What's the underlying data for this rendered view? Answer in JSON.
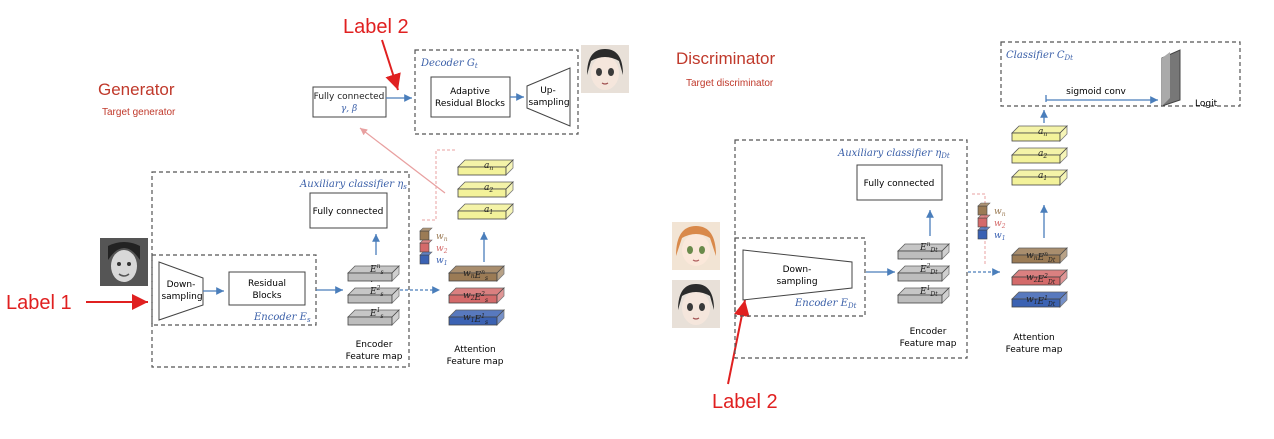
{
  "generator": {
    "title": "Generator",
    "subtitle": "Target generator",
    "label1": "Label 1",
    "label2": "Label 2",
    "decoder_title": "Decoder G",
    "decoder_sub": "t",
    "fc_top_line1": "Fully connected",
    "fc_top_line2": "γ, β",
    "adaptive_line1": "Adaptive",
    "adaptive_line2": "Residual Blocks",
    "upsampling_line1": "Up-",
    "upsampling_line2": "sampling",
    "aux_title": "Auxiliary classifier η",
    "aux_sub": "s",
    "fc_inner": "Fully connected",
    "downsampling_line1": "Down-",
    "downsampling_line2": "sampling",
    "residual_line1": "Residual",
    "residual_line2": "Blocks",
    "encoder_title": "Encoder E",
    "encoder_sub": "s",
    "enc_feat_line1": "Encoder",
    "enc_feat_line2": "Feature map",
    "att_feat_line1": "Attention",
    "att_feat_line2": "Feature map",
    "enc_layers": [
      "E",
      "E",
      "E"
    ],
    "enc_layer_sup": [
      "n",
      "2",
      "1"
    ],
    "enc_layer_sub": [
      "s",
      "s",
      "s"
    ],
    "att_layers": [
      "w",
      "w",
      "w"
    ],
    "att_layer_sub": [
      "n",
      "2",
      "1"
    ],
    "att_layer_E": [
      "E",
      "E",
      "E"
    ],
    "att_layer_E_sup": [
      "n",
      "2",
      "1"
    ],
    "att_layer_E_sub": [
      "s",
      "s",
      "s"
    ],
    "yellow_layers": [
      "a",
      "a",
      "a"
    ],
    "yellow_layer_sub": [
      "n",
      "2",
      "1"
    ],
    "weights": [
      "w",
      "w",
      "w"
    ],
    "weights_sub": [
      "n",
      "2",
      "1"
    ]
  },
  "discriminator": {
    "title": "Discriminator",
    "subtitle": "Target discriminator",
    "label2": "Label 2",
    "classifier_title": "Classifier C",
    "classifier_sub": "Dt",
    "sigmoid": "sigmoid conv",
    "logit": "Logit",
    "aux_title": "Auxiliary classifier η",
    "aux_sub": "Dt",
    "fc_inner": "Fully connected",
    "downsampling_line1": "Down-",
    "downsampling_line2": "sampling",
    "encoder_title": "Encoder E",
    "encoder_sub": "Dt",
    "enc_feat_line1": "Encoder",
    "enc_feat_line2": "Feature map",
    "att_feat_line1": "Attention",
    "att_feat_line2": "Feature map",
    "enc_layers": [
      "E",
      "E",
      "E"
    ],
    "enc_layer_sup": [
      "n",
      "2",
      "1"
    ],
    "enc_layer_sub": [
      "Dt",
      "Dt",
      "Dt"
    ],
    "att_layers": [
      "w",
      "w",
      "w"
    ],
    "att_layer_sub": [
      "n",
      "2",
      "1"
    ],
    "att_layer_E": [
      "E",
      "E",
      "E"
    ],
    "att_layer_E_sup": [
      "n",
      "2",
      "1"
    ],
    "att_layer_E_sub": [
      "Dt",
      "Dt",
      "Dt"
    ],
    "yellow_layers": [
      "a",
      "a",
      "a"
    ],
    "yellow_layer_sub": [
      "n",
      "2",
      "1"
    ],
    "weights": [
      "w",
      "w",
      "w"
    ],
    "weights_sub": [
      "n",
      "2",
      "1"
    ]
  },
  "colors": {
    "red_label": "#e02020",
    "title_red": "#c0392b",
    "blue_italic": "#3a5fa8",
    "arrow_blue": "#4a7ebb",
    "gray_layer": "#bdbdbd",
    "brown_layer": "#9b7b55",
    "red_layer": "#d46a6a",
    "blue_layer": "#3b62b3",
    "yellow_layer": "#f3f29a",
    "yellow_border": "#c8c850",
    "pink_arrow": "#e8a0a0"
  }
}
